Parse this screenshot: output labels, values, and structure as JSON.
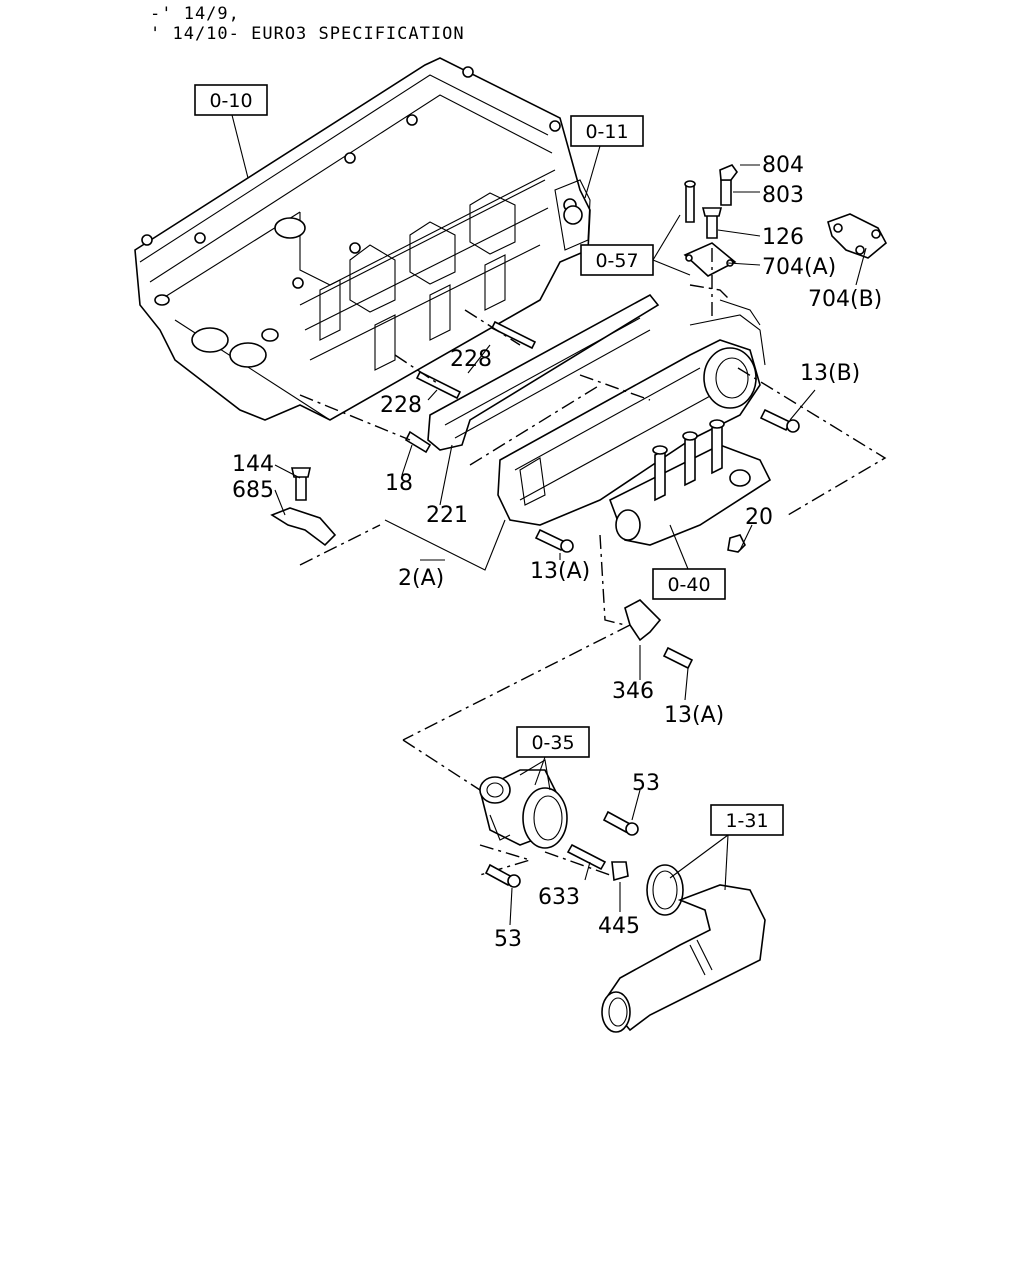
{
  "header": {
    "line1": "-' 14/9,",
    "line2": "' 14/10- EURO3 SPECIFICATION"
  },
  "ref_boxes": {
    "b010": "0-10",
    "b011": "0-11",
    "b057": "0-57",
    "b040": "0-40",
    "b035": "0-35",
    "b131": "1-31"
  },
  "callouts": {
    "c804": "804",
    "c803": "803",
    "c126": "126",
    "c704a": "704(A)",
    "c704b": "704(B)",
    "c228a": "228",
    "c228b": "228",
    "c13b": "13(B)",
    "c144": "144",
    "c685": "685",
    "c18": "18",
    "c221": "221",
    "c2a": "2(A)",
    "c13a1": "13(A)",
    "c20": "20",
    "c346": "346",
    "c13a2": "13(A)",
    "c53a": "53",
    "c633": "633",
    "c445": "445",
    "c53b": "53"
  }
}
